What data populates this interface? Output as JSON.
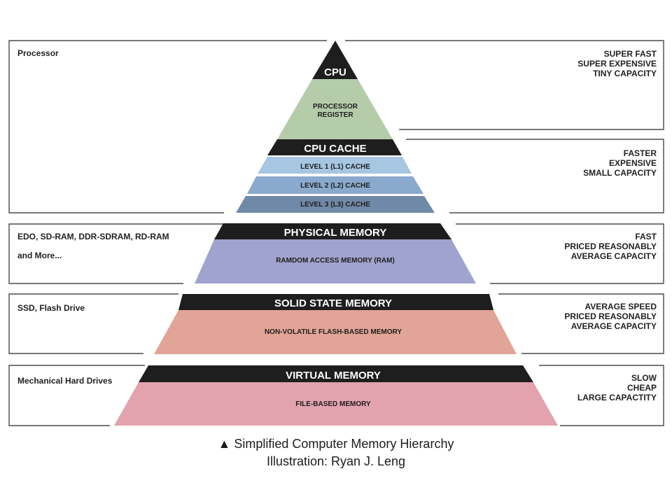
{
  "levels": {
    "cpu": {
      "header": "CPU",
      "sub_line1": "PROCESSOR",
      "sub_line2": "REGISTER",
      "left_label": "Processor",
      "right": [
        "SUPER FAST",
        "SUPER EXPENSIVE",
        "TINY CAPACITY"
      ]
    },
    "cache": {
      "header": "CPU CACHE",
      "l1": "LEVEL 1 (L1) CACHE",
      "l2": "LEVEL 2 (L2) CACHE",
      "l3": "LEVEL 3 (L3) CACHE",
      "right": [
        "FASTER",
        "EXPENSIVE",
        "SMALL CAPACITY"
      ]
    },
    "physical": {
      "header": "PHYSICAL MEMORY",
      "sub": "RAMDOM ACCESS MEMORY (RAM)",
      "left_label_line1": "EDO, SD-RAM, DDR-SDRAM, RD-RAM",
      "left_label_line2": "and More...",
      "right": [
        "FAST",
        "PRICED REASONABLY",
        "AVERAGE CAPACITY"
      ]
    },
    "ssd": {
      "header": "SOLID STATE MEMORY",
      "sub": "NON-VOLATILE FLASH-BASED MEMORY",
      "left_label": "SSD, Flash Drive",
      "right": [
        "AVERAGE SPEED",
        "PRICED REASONABLY",
        "AVERAGE CAPACITY"
      ]
    },
    "virtual": {
      "header": "VIRTUAL MEMORY",
      "sub": "FILE-BASED MEMORY",
      "left_label": "Mechanical Hard Drives",
      "right": [
        "SLOW",
        "CHEAP",
        "LARGE CAPACTITY"
      ]
    }
  },
  "caption": {
    "line1": "▲ Simplified Computer Memory Hierarchy",
    "line2": "Illustration: Ryan J. Leng"
  },
  "colors": {
    "register": "#b5ccab",
    "l1": "#a6c6e1",
    "l2": "#89a9cd",
    "l3": "#7189a8",
    "ram": "#9fa3cd",
    "ssd": "#e1a496",
    "file": "#e2a2ae",
    "band": "#1e1e1e"
  }
}
